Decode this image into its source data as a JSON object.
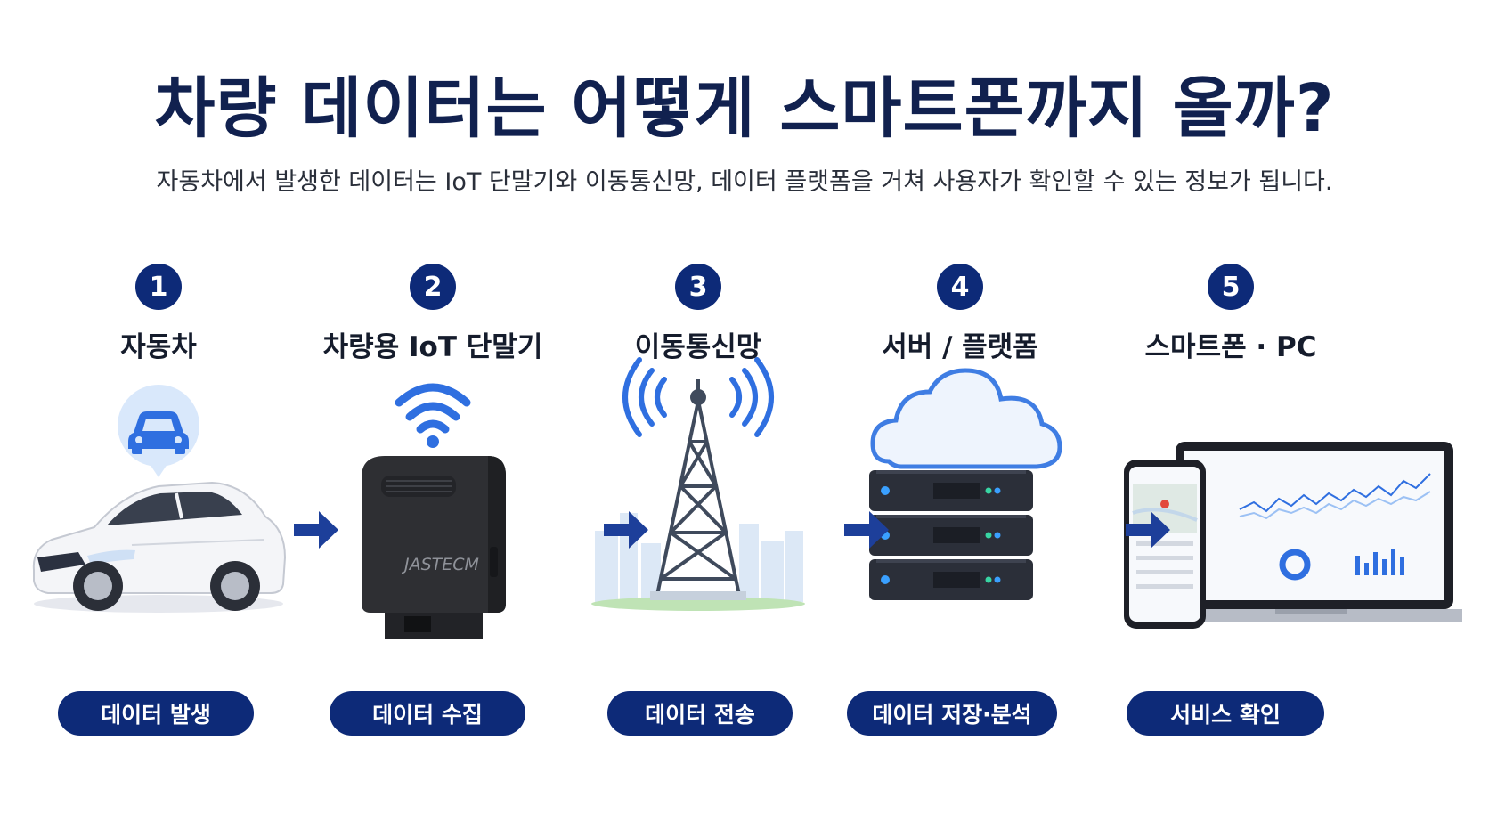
{
  "title": "차량 데이터는 어떻게 스마트폰까지 올까?",
  "subtitle": "자동차에서 발생한 데이터는 IoT 단말기와 이동통신망, 데이터 플랫폼을 거쳐 사용자가 확인할 수 있는 정보가 됩니다.",
  "steps": [
    {
      "num": "1",
      "label": "자동차",
      "pill": "데이터 발생",
      "icon": "car-icon"
    },
    {
      "num": "2",
      "label": "차량용 IoT 단말기",
      "pill": "데이터 수집",
      "icon": "iot-device-icon"
    },
    {
      "num": "3",
      "label": "이동통신망",
      "pill": "데이터 전송",
      "icon": "cell-tower-icon"
    },
    {
      "num": "4",
      "label": "서버 / 플랫폼",
      "pill": "데이터 저장·분석",
      "icon": "server-cloud-icon"
    },
    {
      "num": "5",
      "label": "스마트폰 · PC",
      "pill": "서비스 확인",
      "icon": "phone-laptop-icon"
    }
  ],
  "device_brand": "JASTECM",
  "colors": {
    "navy": "#0d2a78",
    "blue": "#2f6fe0",
    "dark": "#151c2c"
  }
}
